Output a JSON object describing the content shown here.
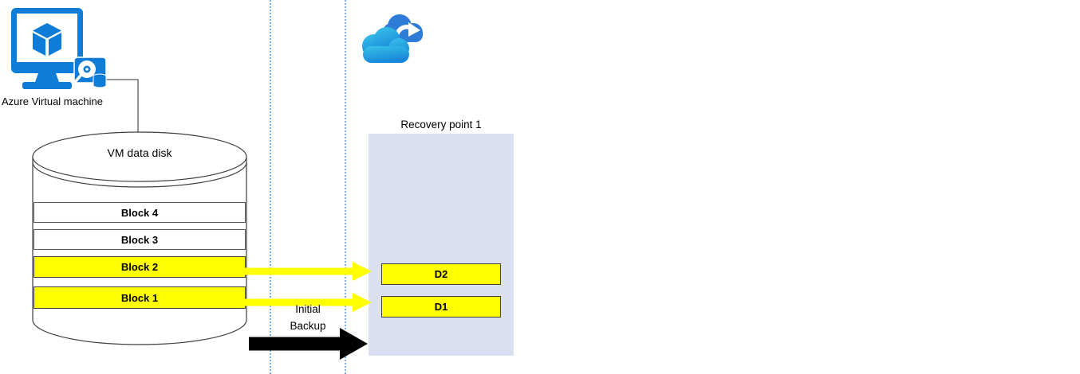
{
  "colors": {
    "icon_blue": "#0f7dd7",
    "cloud_back_blue": "#2e7bd8",
    "cloud_front_top": "#38c3ea",
    "cloud_front_bottom": "#1786d8",
    "highlight_yellow": "#ffff00",
    "recovery_bg": "#dae0f2",
    "dotted_line": "#7fb0e0",
    "arrow_black": "#000000",
    "connector_gray": "#595959"
  },
  "vm": {
    "label": "Azure Virtual machine"
  },
  "disk": {
    "title": "VM data disk",
    "blocks": [
      {
        "label": "Block 4",
        "highlighted": false
      },
      {
        "label": "Block 3",
        "highlighted": false
      },
      {
        "label": "Block 2",
        "highlighted": true
      },
      {
        "label": "Block 1",
        "highlighted": true
      }
    ]
  },
  "recovery_point": {
    "title": "Recovery point 1",
    "deltas": [
      {
        "label": "D2"
      },
      {
        "label": "D1"
      }
    ]
  },
  "backup": {
    "label_line1": "Initial",
    "label_line2": "Backup"
  },
  "icons": {
    "vm_icon": "azure-virtual-machine-monitor-cube",
    "disk_badge_icon": "managed-disk-magnifier",
    "cloud_icon": "azure-backup-cloud-sync"
  }
}
